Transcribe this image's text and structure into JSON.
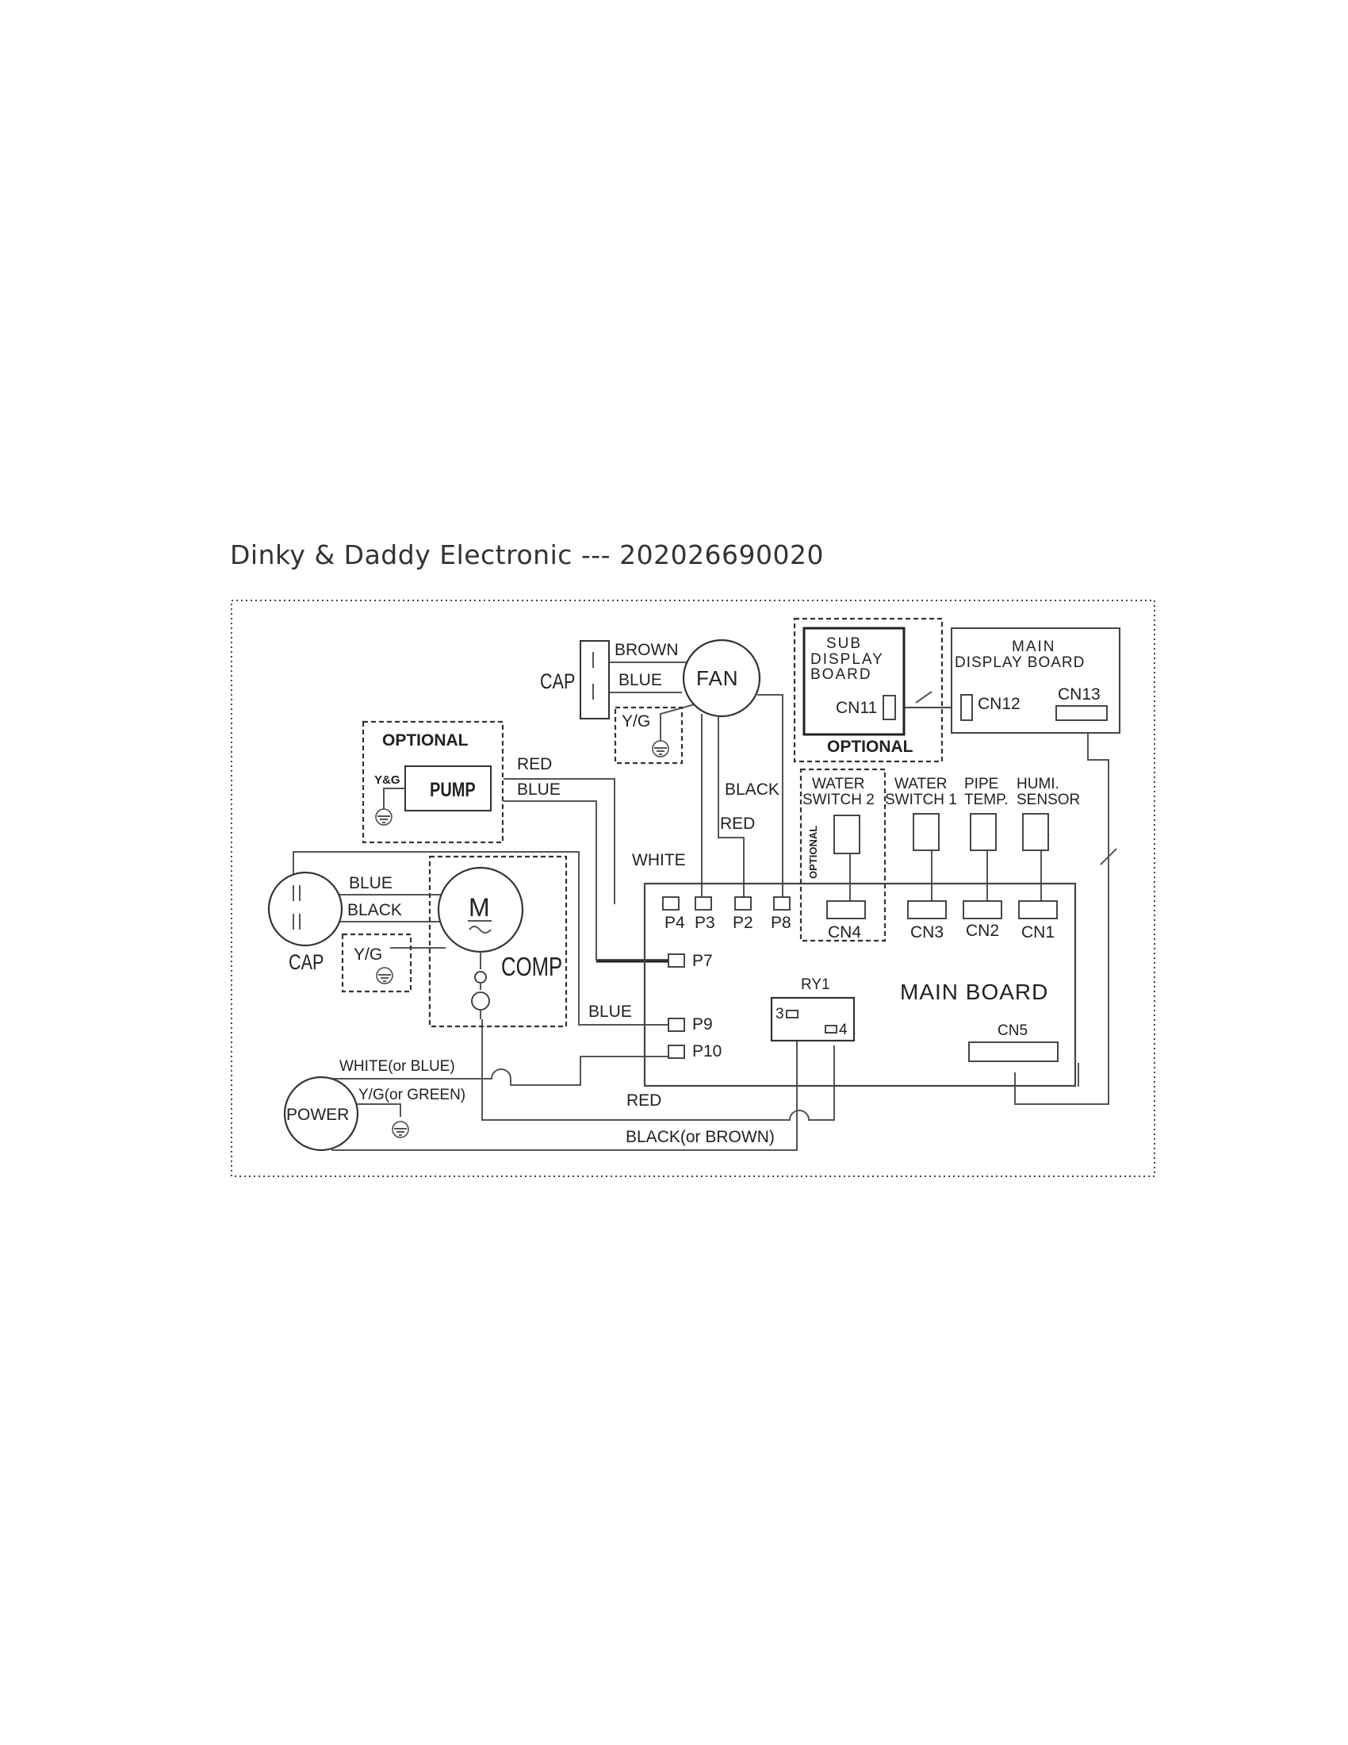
{
  "title": "Dinky & Daddy Electronic --- 202026690020",
  "components": {
    "fan": "FAN",
    "fan_cap": "CAP",
    "comp_cap": "CAP",
    "pump": "PUMP",
    "pump_ground": "Y&G",
    "comp": "COMP",
    "motor_symbol": "M",
    "power": "POWER",
    "ground_yg": "Y/G",
    "main_board": "MAIN BOARD",
    "ry1": "RY1",
    "ry1_pin3": "3",
    "ry1_pin4": "4",
    "sub_display_line1": "SUB",
    "sub_display_line2": "DISPLAY",
    "sub_display_line3": "BOARD",
    "main_display_line1": "MAIN",
    "main_display_line2": "DISPLAY BOARD",
    "optional": "OPTIONAL"
  },
  "sensors": {
    "water_switch2_line1": "WATER",
    "water_switch2_line2": "SWITCH 2",
    "water_switch1_line1": "WATER",
    "water_switch1_line2": "SWITCH 1",
    "pipe_temp_line1": "PIPE",
    "pipe_temp_line2": "TEMP.",
    "humi_line1": "HUMI.",
    "humi_line2": "SENSOR"
  },
  "connectors": {
    "p4": "P4",
    "p3": "P3",
    "p2": "P2",
    "p8": "P8",
    "p7": "P7",
    "p9": "P9",
    "p10": "P10",
    "cn1": "CN1",
    "cn2": "CN2",
    "cn3": "CN3",
    "cn4": "CN4",
    "cn5": "CN5",
    "cn11": "CN11",
    "cn12": "CN12",
    "cn13": "CN13"
  },
  "wires": {
    "brown": "BROWN",
    "fan_blue": "BLUE",
    "pump_red": "RED",
    "pump_blue": "BLUE",
    "fan_black": "BLACK",
    "fan_red": "RED",
    "white": "WHITE",
    "comp_blue": "BLUE",
    "comp_black": "BLACK",
    "p9_blue": "BLUE",
    "power_white": "WHITE(or BLUE)",
    "power_yg": "Y/G(or GREEN)",
    "power_red": "RED",
    "power_black": "BLACK(or BROWN)"
  }
}
